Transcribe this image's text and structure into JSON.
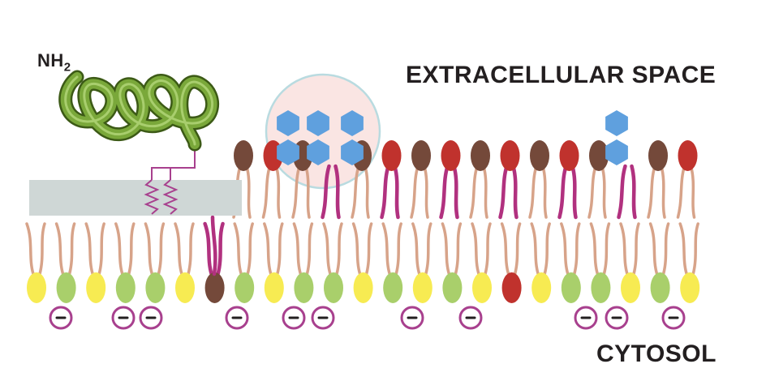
{
  "labels": {
    "extracellular": "EXTRACELLULAR SPACE",
    "cytosol": "CYTOSOL",
    "nh2_main": "NH",
    "nh2_sub": "2",
    "charge_symbol": "−"
  },
  "colors": {
    "yellow_head": "#f7eb52",
    "green_head": "#a9cf6b",
    "red_head": "#c0322d",
    "brown_head": "#74493a",
    "tail_tan": "#d7a389",
    "tail_magenta": "#b1317f",
    "sugar_blue": "#5fa0de",
    "protein_green": "#6e9a2f",
    "anchor_gray": "#cfd7d6",
    "charge_purple": "#a8408e"
  },
  "components": {
    "protein": "lipid-anchored-protein",
    "raft_highlight": "glycolipid-cluster",
    "outer_leaflet": "outer-leaflet-lipids",
    "inner_leaflet": "inner-leaflet-lipids"
  }
}
